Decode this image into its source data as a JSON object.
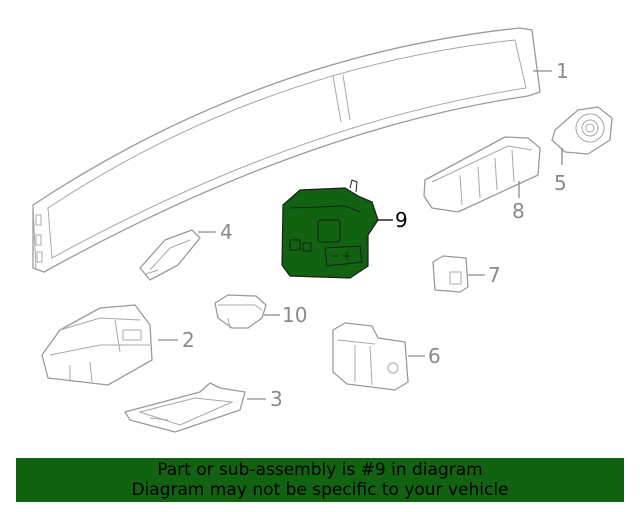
{
  "callouts": [
    {
      "id": "1",
      "label": "1"
    },
    {
      "id": "2",
      "label": "2"
    },
    {
      "id": "3",
      "label": "3"
    },
    {
      "id": "4",
      "label": "4"
    },
    {
      "id": "5",
      "label": "5"
    },
    {
      "id": "6",
      "label": "6"
    },
    {
      "id": "7",
      "label": "7"
    },
    {
      "id": "8",
      "label": "8"
    },
    {
      "id": "9",
      "label": "9"
    },
    {
      "id": "10",
      "label": "10"
    }
  ],
  "highlight_color": "#116311",
  "banner": {
    "line1": "Part or sub-assembly is #9 in diagram",
    "line2": "Diagram may not be specific to your vehicle"
  }
}
